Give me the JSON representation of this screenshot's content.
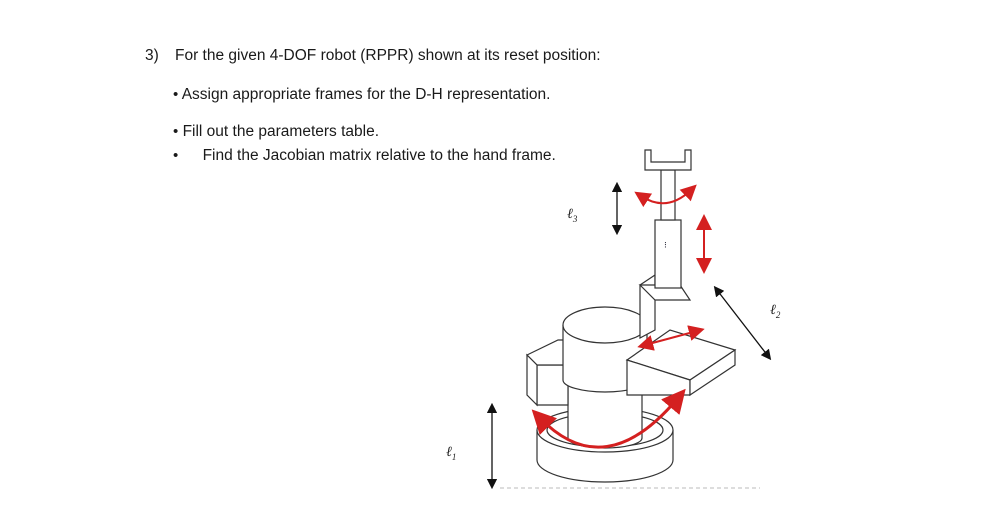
{
  "question": {
    "number": "3)",
    "text": "For the given 4-DOF robot (RPPR) shown at its reset position:"
  },
  "bullets": [
    {
      "marker": "•",
      "text": "Assign appropriate frames for the D-H representation."
    },
    {
      "marker": "•",
      "text": "Fill out the parameters table."
    },
    {
      "marker": "•",
      "text": "Find the Jacobian matrix relative to the hand frame."
    }
  ],
  "figure": {
    "labels": [
      {
        "symbol": "ℓ",
        "sub": "1"
      },
      {
        "symbol": "ℓ",
        "sub": "2"
      },
      {
        "symbol": "ℓ",
        "sub": "3"
      }
    ],
    "colors": {
      "arrow_red": "#d42020",
      "line": "#222222",
      "dashed": "#bbbbbb"
    }
  }
}
